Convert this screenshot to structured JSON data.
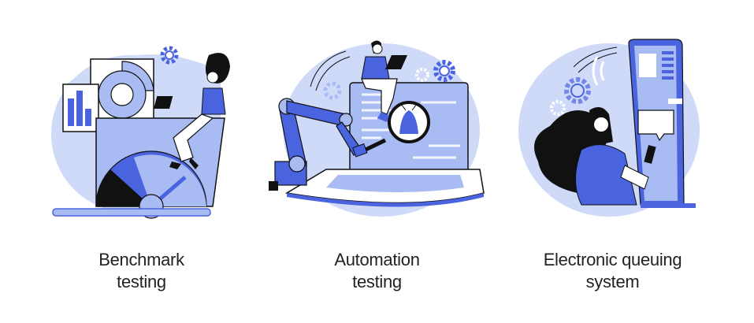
{
  "colors": {
    "primary": "#4a64e0",
    "light": "#a9bbf3",
    "pale": "#cfd9f8",
    "dark": "#111111",
    "white": "#ffffff"
  },
  "illustrations": [
    {
      "id": "benchmark",
      "caption_line1": "Benchmark",
      "caption_line2": "testing",
      "elements": [
        "pie-chart-window",
        "bar-chart-card",
        "speedometer-laptop",
        "woman-with-laptop",
        "gear-icon"
      ]
    },
    {
      "id": "automation",
      "caption_line1": "Automation",
      "caption_line2": "testing",
      "elements": [
        "robotic-arm",
        "laptop-with-code",
        "magnifier-bug",
        "man-with-laptop",
        "gear-icons"
      ]
    },
    {
      "id": "queuing",
      "caption_line1": "Electronic queuing",
      "caption_line2": "system",
      "elements": [
        "queue-kiosk",
        "speech-bubble",
        "woman-with-phone",
        "gear-icons",
        "wireless-signal-icon"
      ]
    }
  ]
}
